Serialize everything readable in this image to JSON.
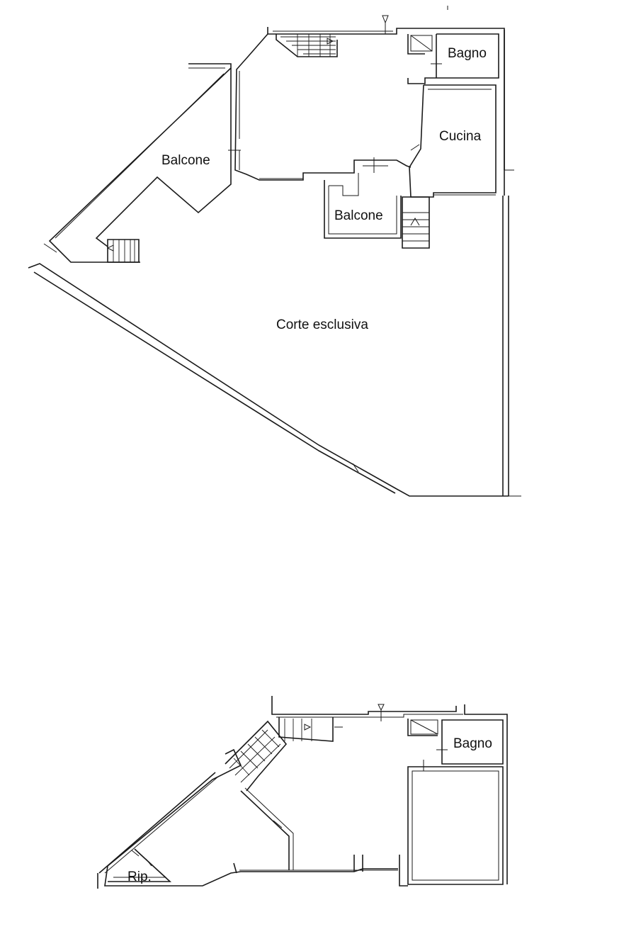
{
  "upper_floor": {
    "rooms": {
      "bagno": "Bagno",
      "cucina": "Cucina",
      "balcone_left": "Balcone",
      "balcone_center": "Balcone",
      "corte": "Corte esclusiva"
    }
  },
  "lower_floor": {
    "rooms": {
      "bagno": "Bagno",
      "ripostiglio": "Rip."
    }
  },
  "colors": {
    "line": "#1a1a1a",
    "background": "#ffffff"
  }
}
